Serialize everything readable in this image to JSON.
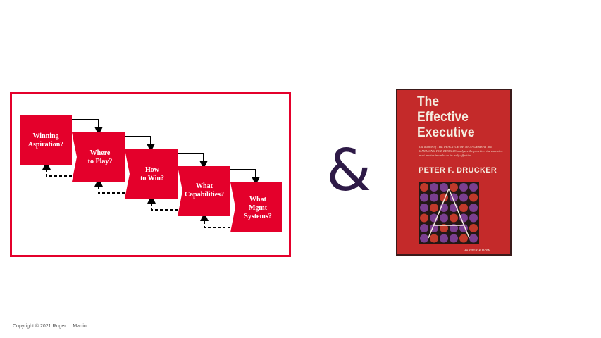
{
  "diagram": {
    "steps": [
      {
        "line1": "Winning",
        "line2": "Aspiration?"
      },
      {
        "line1": "Where",
        "line2": "to Play?"
      },
      {
        "line1": "How",
        "line2": "to Win?"
      },
      {
        "line1": "What",
        "line2": "Capabilities?"
      },
      {
        "line1": "What",
        "line2": "Mgmt",
        "line3": "Systems?"
      }
    ],
    "colors": {
      "step_fill": "#e4002b",
      "border": "#e4002b",
      "arrow": "#000000"
    }
  },
  "ampersand": "&",
  "book": {
    "title_lines": [
      "The",
      "Effective",
      "Executive"
    ],
    "blurb": "The author of THE PRACTICE OF MANAGEMENT and MANAGING FOR RESULTS analyzes the practices the executive must master in order to be truly effective",
    "author": "PETER F. DRUCKER",
    "publisher": "HARPER & ROW",
    "cover_color": "#c42a2a",
    "dot_colors": [
      "#7a3f8f",
      "#c0392b"
    ]
  },
  "footer": {
    "copyright": "Copyright © 2021 Roger L. Martin"
  }
}
